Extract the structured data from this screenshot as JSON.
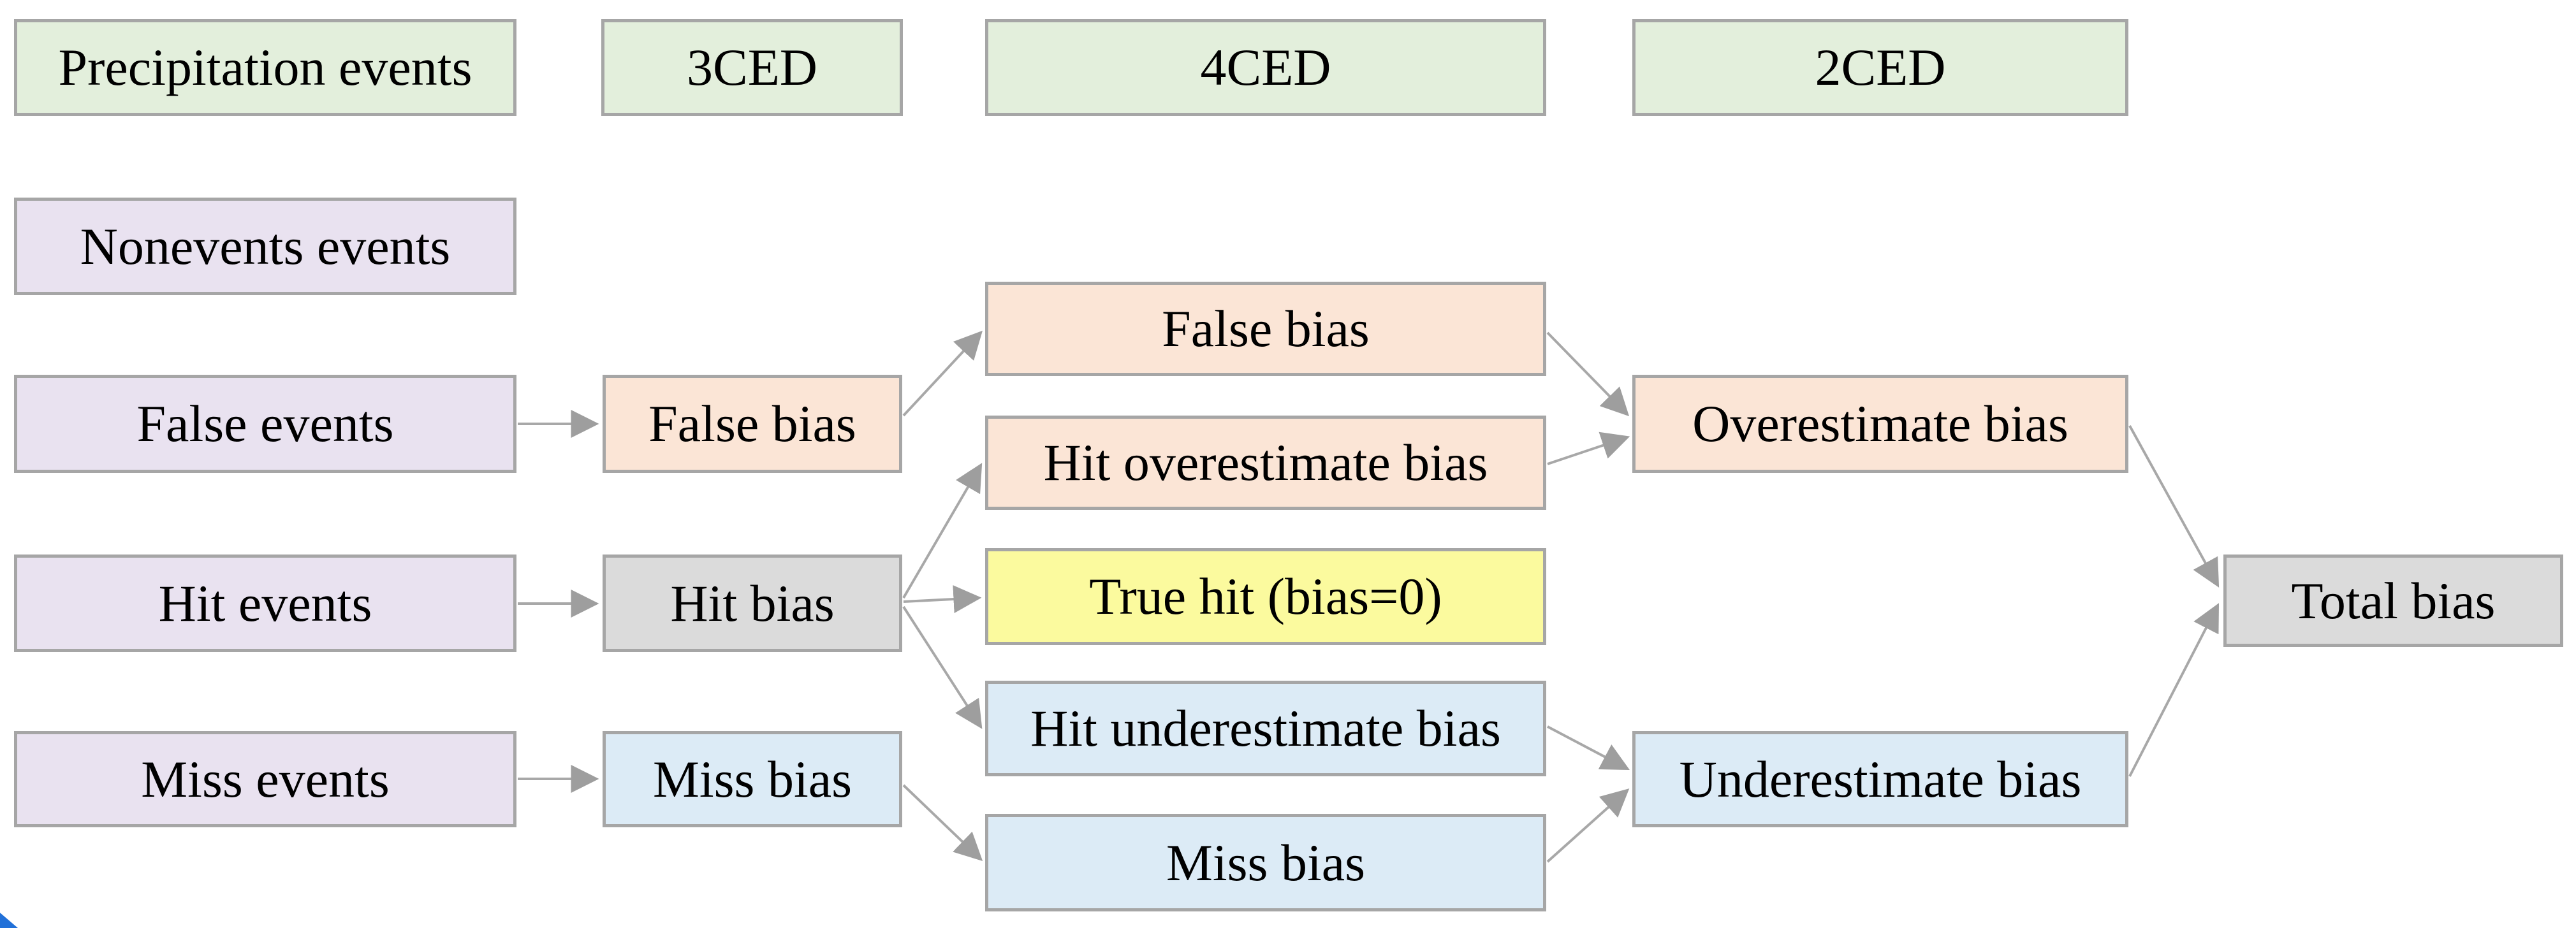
{
  "diagram": {
    "title_domain": "Precipitation event bias decomposition flowchart",
    "headers": {
      "precipitation_events": "Precipitation events",
      "ced3": "3CED",
      "ced4": "4CED",
      "ced2": "2CED"
    },
    "nodes": {
      "nonevents_events": "Nonevents events",
      "false_events": "False events",
      "hit_events": "Hit events",
      "miss_events": "Miss events",
      "false_bias_3ced": "False bias",
      "hit_bias_3ced": "Hit bias",
      "miss_bias_3ced": "Miss bias",
      "false_bias_4ced": "False bias",
      "hit_overestimate_bias": "Hit overestimate bias",
      "true_hit": "True hit (bias=0)",
      "hit_underestimate_bias": "Hit underestimate bias",
      "miss_bias_4ced": "Miss bias",
      "overestimate_bias": "Overestimate bias",
      "underestimate_bias": "Underestimate bias",
      "total_bias": "Total bias"
    },
    "connections": [
      {
        "from": "false_events",
        "to": "false_bias_3ced"
      },
      {
        "from": "hit_events",
        "to": "hit_bias_3ced"
      },
      {
        "from": "miss_events",
        "to": "miss_bias_3ced"
      },
      {
        "from": "false_bias_3ced",
        "to": "false_bias_4ced"
      },
      {
        "from": "hit_bias_3ced",
        "to": "hit_overestimate_bias"
      },
      {
        "from": "hit_bias_3ced",
        "to": "true_hit"
      },
      {
        "from": "hit_bias_3ced",
        "to": "hit_underestimate_bias"
      },
      {
        "from": "miss_bias_3ced",
        "to": "miss_bias_4ced"
      },
      {
        "from": "false_bias_4ced",
        "to": "overestimate_bias"
      },
      {
        "from": "hit_overestimate_bias",
        "to": "overestimate_bias"
      },
      {
        "from": "hit_underestimate_bias",
        "to": "underestimate_bias"
      },
      {
        "from": "miss_bias_4ced",
        "to": "underestimate_bias"
      },
      {
        "from": "overestimate_bias",
        "to": "total_bias"
      },
      {
        "from": "underestimate_bias",
        "to": "total_bias"
      }
    ],
    "colors": {
      "header_green": "#e3efdc",
      "event_purple": "#e9e2f0",
      "overestimate_peach": "#fbe5d6",
      "neutral_gray": "#dbdbdb",
      "true_hit_yellow": "#fbfa9e",
      "underestimate_blue": "#dcebf6",
      "box_border": "#a6a6a6",
      "arrow_gray": "#a8a8a8",
      "text": "#000000",
      "corner_artifact_blue": "#2170d8"
    }
  }
}
